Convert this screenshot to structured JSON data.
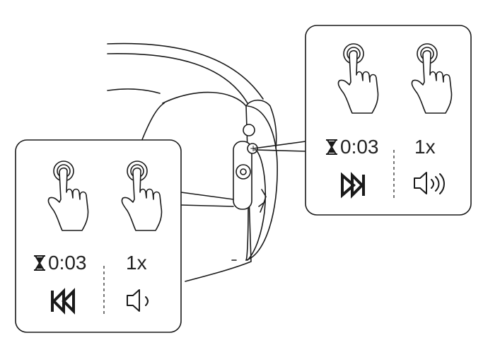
{
  "diagram": {
    "labels": {
      "top_hold_duration": "0:03",
      "top_press_count": "1x",
      "bottom_hold_duration": "0:03",
      "bottom_press_count": "1x"
    },
    "icons": {
      "headphone": "headphone-illustration",
      "timer": "hourglass-icon",
      "next": "skip-forward-icon",
      "previous": "skip-back-icon",
      "volume_up": "volume-up-icon",
      "volume_down": "volume-down-icon",
      "tap": "finger-tap-icon"
    },
    "colors": {
      "line": "#1a1a1a",
      "background": "#ffffff"
    }
  }
}
